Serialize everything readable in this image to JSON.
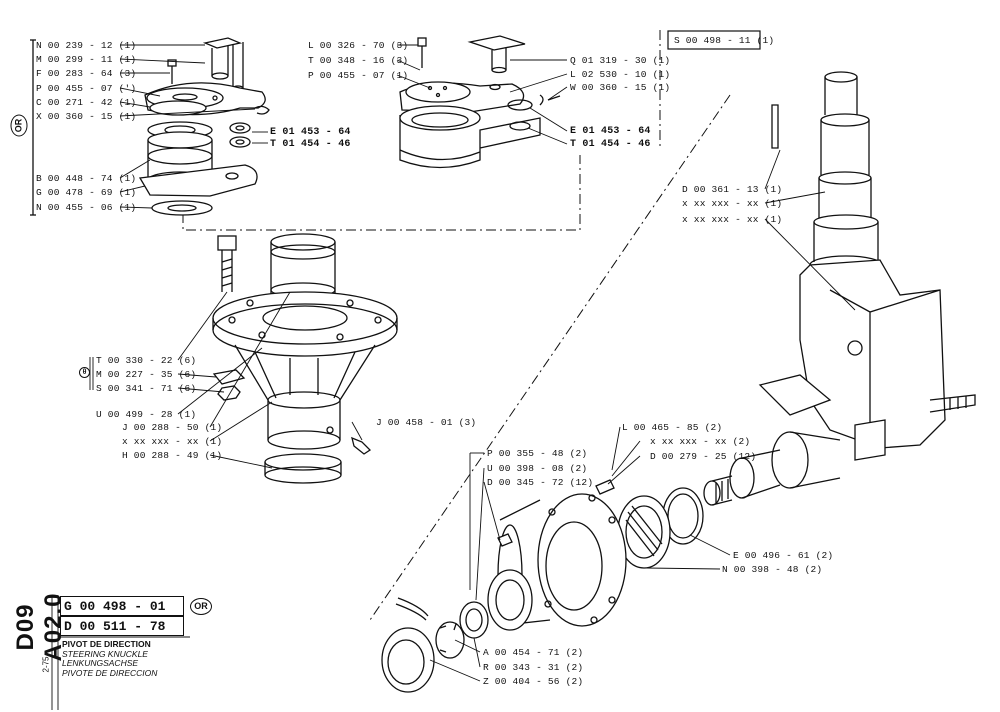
{
  "sheet": {
    "code": "D09 A02.0",
    "date": "2-75",
    "assembly_ref": "S 00 498 - 11 (1)",
    "group_ref": "G 00 498 - 01",
    "alt_ref": "D 00 511 - 78",
    "or_mark": "OR",
    "titles": [
      "PIVOT DE DIRECTION",
      "STEERING KNUCKLE",
      "LENKUNGSACHSE",
      "PIVOTE DE DIRECCION"
    ]
  },
  "callouts_top_left": [
    "N 00 239 - 12 (1)",
    "M 00 299 - 11 (1)",
    "F 00 283 - 64 (3)",
    "P 00 455 - 07 (')",
    "C 00 271 - 42 (1)",
    "X 00 360 - 15 (1)",
    "B 00 448 - 74 (1)",
    "G 00 478 - 69 (1)",
    "N 00 455 - 06 (1)"
  ],
  "callouts_top_left_right": [
    "E 01 453 - 64",
    "T 01 454 - 46"
  ],
  "callouts_top_mid_left": [
    "L 00 326 - 70 (3)",
    "T 00 348 - 16 (3)",
    "P 00 455 - 07 (1)"
  ],
  "callouts_top_mid_right": [
    "Q 01 319 - 30 (1)",
    "L 02 530 - 10 (1)",
    "W 00 360 - 15 (1)",
    "E 01 453 - 64",
    "T 01 454 - 46"
  ],
  "callouts_right": [
    "D 00 361 - 13 (1)",
    "x xx xxx - xx (1)",
    "x xx xxx - xx (1)"
  ],
  "callouts_hub_group": [
    "T 00 330 - 22 (6)",
    "M 00 227 - 35 (6)",
    "S 00 341 - 71 (6)"
  ],
  "callouts_hub": [
    "U 00 499 - 28 (1)",
    "J 00 288 - 50 (1)",
    "x xx xxx - xx (1)",
    "H 00 288 - 49 (1)"
  ],
  "callout_nipple": "J 00 458 - 01 (3)",
  "callouts_wheel_top": [
    "L 00 465 - 85 (2)",
    "x xx xxx - xx (2)",
    "D 00 279 - 25 (12)"
  ],
  "callouts_wheel_left": [
    "P 00 355 - 48 (2)",
    "U 00 398 - 08 (2)",
    "D 00 345 - 72 (12)"
  ],
  "callouts_wheel_right": [
    "E 00 496 - 61 (2)",
    "N 00 398 - 48 (2)"
  ],
  "callouts_wheel_bottom": [
    "A 00 454 - 71 (2)",
    "R 00 343 - 31 (2)",
    "Z 00 404 - 56 (2)"
  ]
}
